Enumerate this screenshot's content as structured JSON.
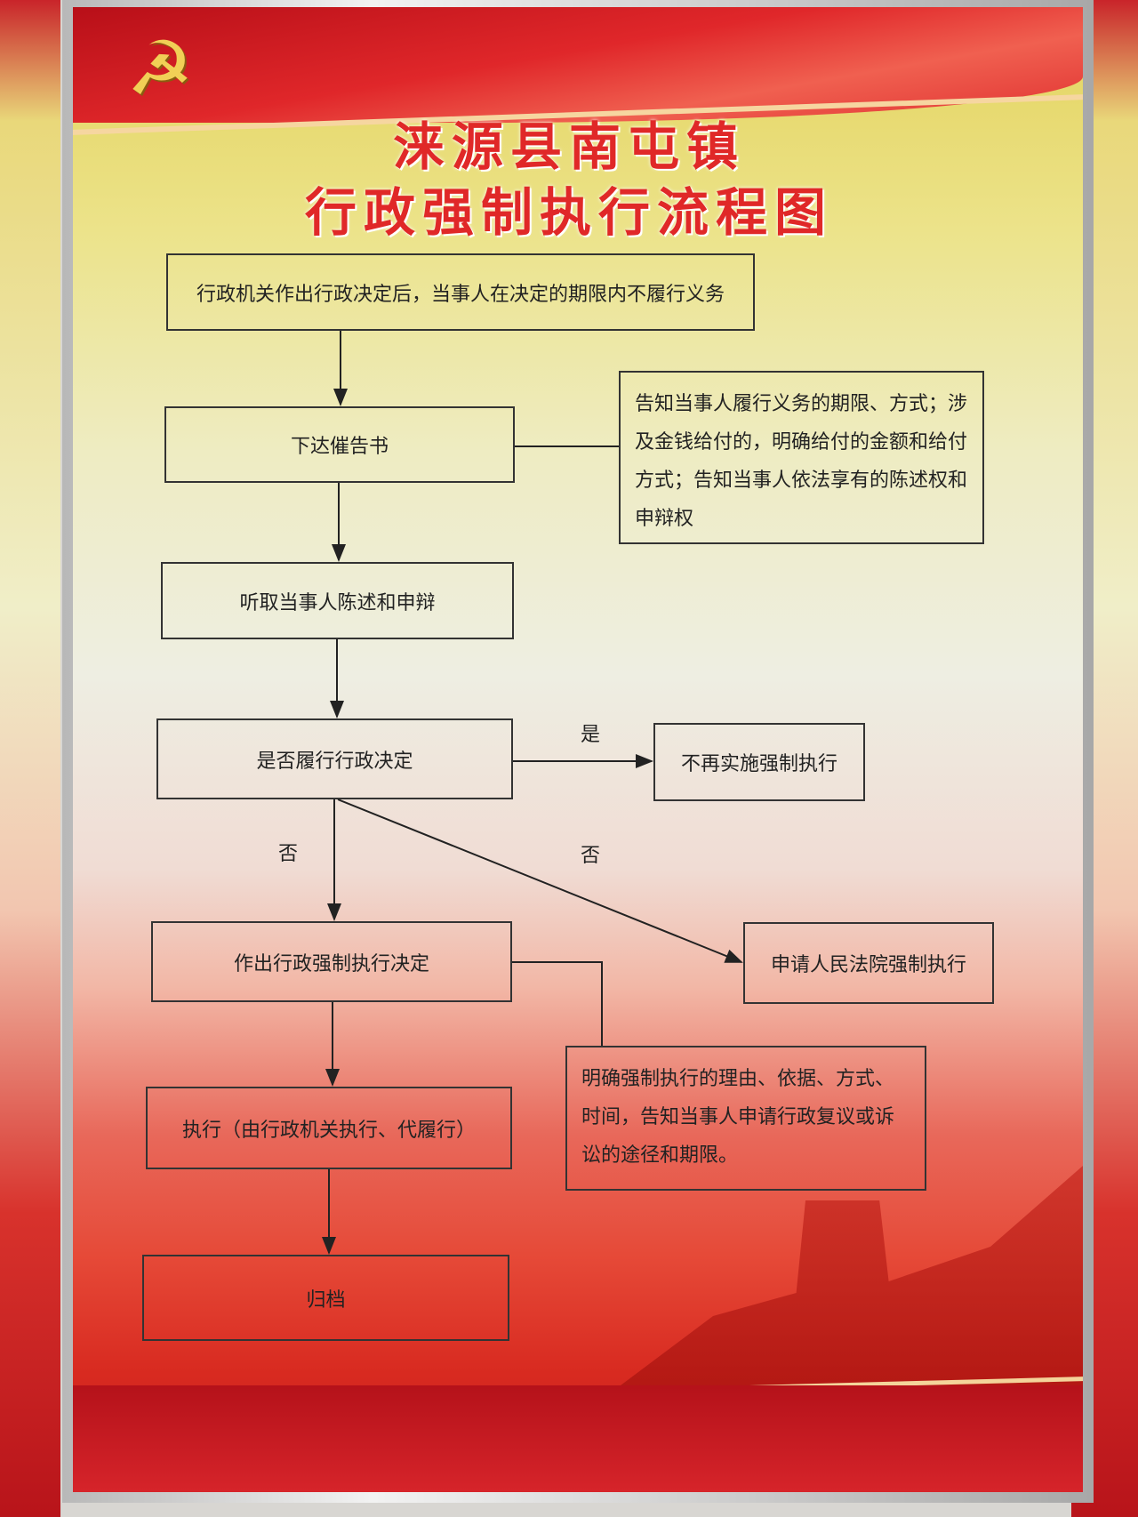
{
  "poster": {
    "title_line1": "涞源县南屯镇",
    "title_line2": "行政强制执行流程图",
    "emblem": "☭"
  },
  "flow": {
    "step1": "行政机关作出行政决定后，当事人在决定的期限内不履行义务",
    "step2": "下达催告书",
    "note1": "告知当事人履行义务的期限、方式；涉及金钱给付的，明确给付的金额和给付方式；告知当事人依法享有的陈述权和申辩权",
    "step3": "听取当事人陈述和申辩",
    "step4": "是否履行行政决定",
    "yes_label": "是",
    "yes_result": "不再实施强制执行",
    "no_label_left": "否",
    "no_label_right": "否",
    "step5": "作出行政强制执行决定",
    "court": "申请人民法院强制执行",
    "note2": "明确强制执行的理由、依据、方式、时间，告知当事人申请行政复议或诉讼的途径和期限。",
    "step6": "执行（由行政机关执行、代履行）",
    "step7": "归档"
  }
}
